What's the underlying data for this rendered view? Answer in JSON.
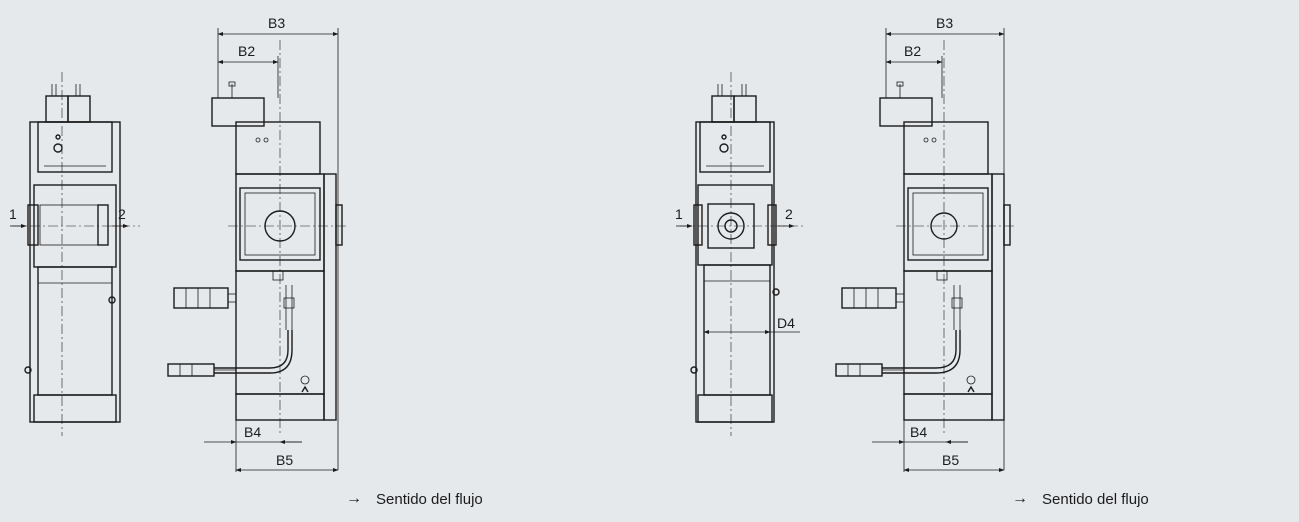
{
  "drawings": [
    {
      "dimensions": {
        "b3": "B3",
        "b2": "B2",
        "b4": "B4",
        "b5": "B5"
      },
      "ports": {
        "inlet": "1",
        "outlet": "2"
      },
      "caption": {
        "arrow_icon": "→",
        "text": "Sentido del flujo"
      }
    },
    {
      "dimensions": {
        "b3": "B3",
        "b2": "B2",
        "b4": "B4",
        "b5": "B5",
        "d4": "D4"
      },
      "ports": {
        "inlet": "1",
        "outlet": "2"
      },
      "caption": {
        "arrow_icon": "→",
        "text": "Sentido del flujo"
      }
    }
  ]
}
